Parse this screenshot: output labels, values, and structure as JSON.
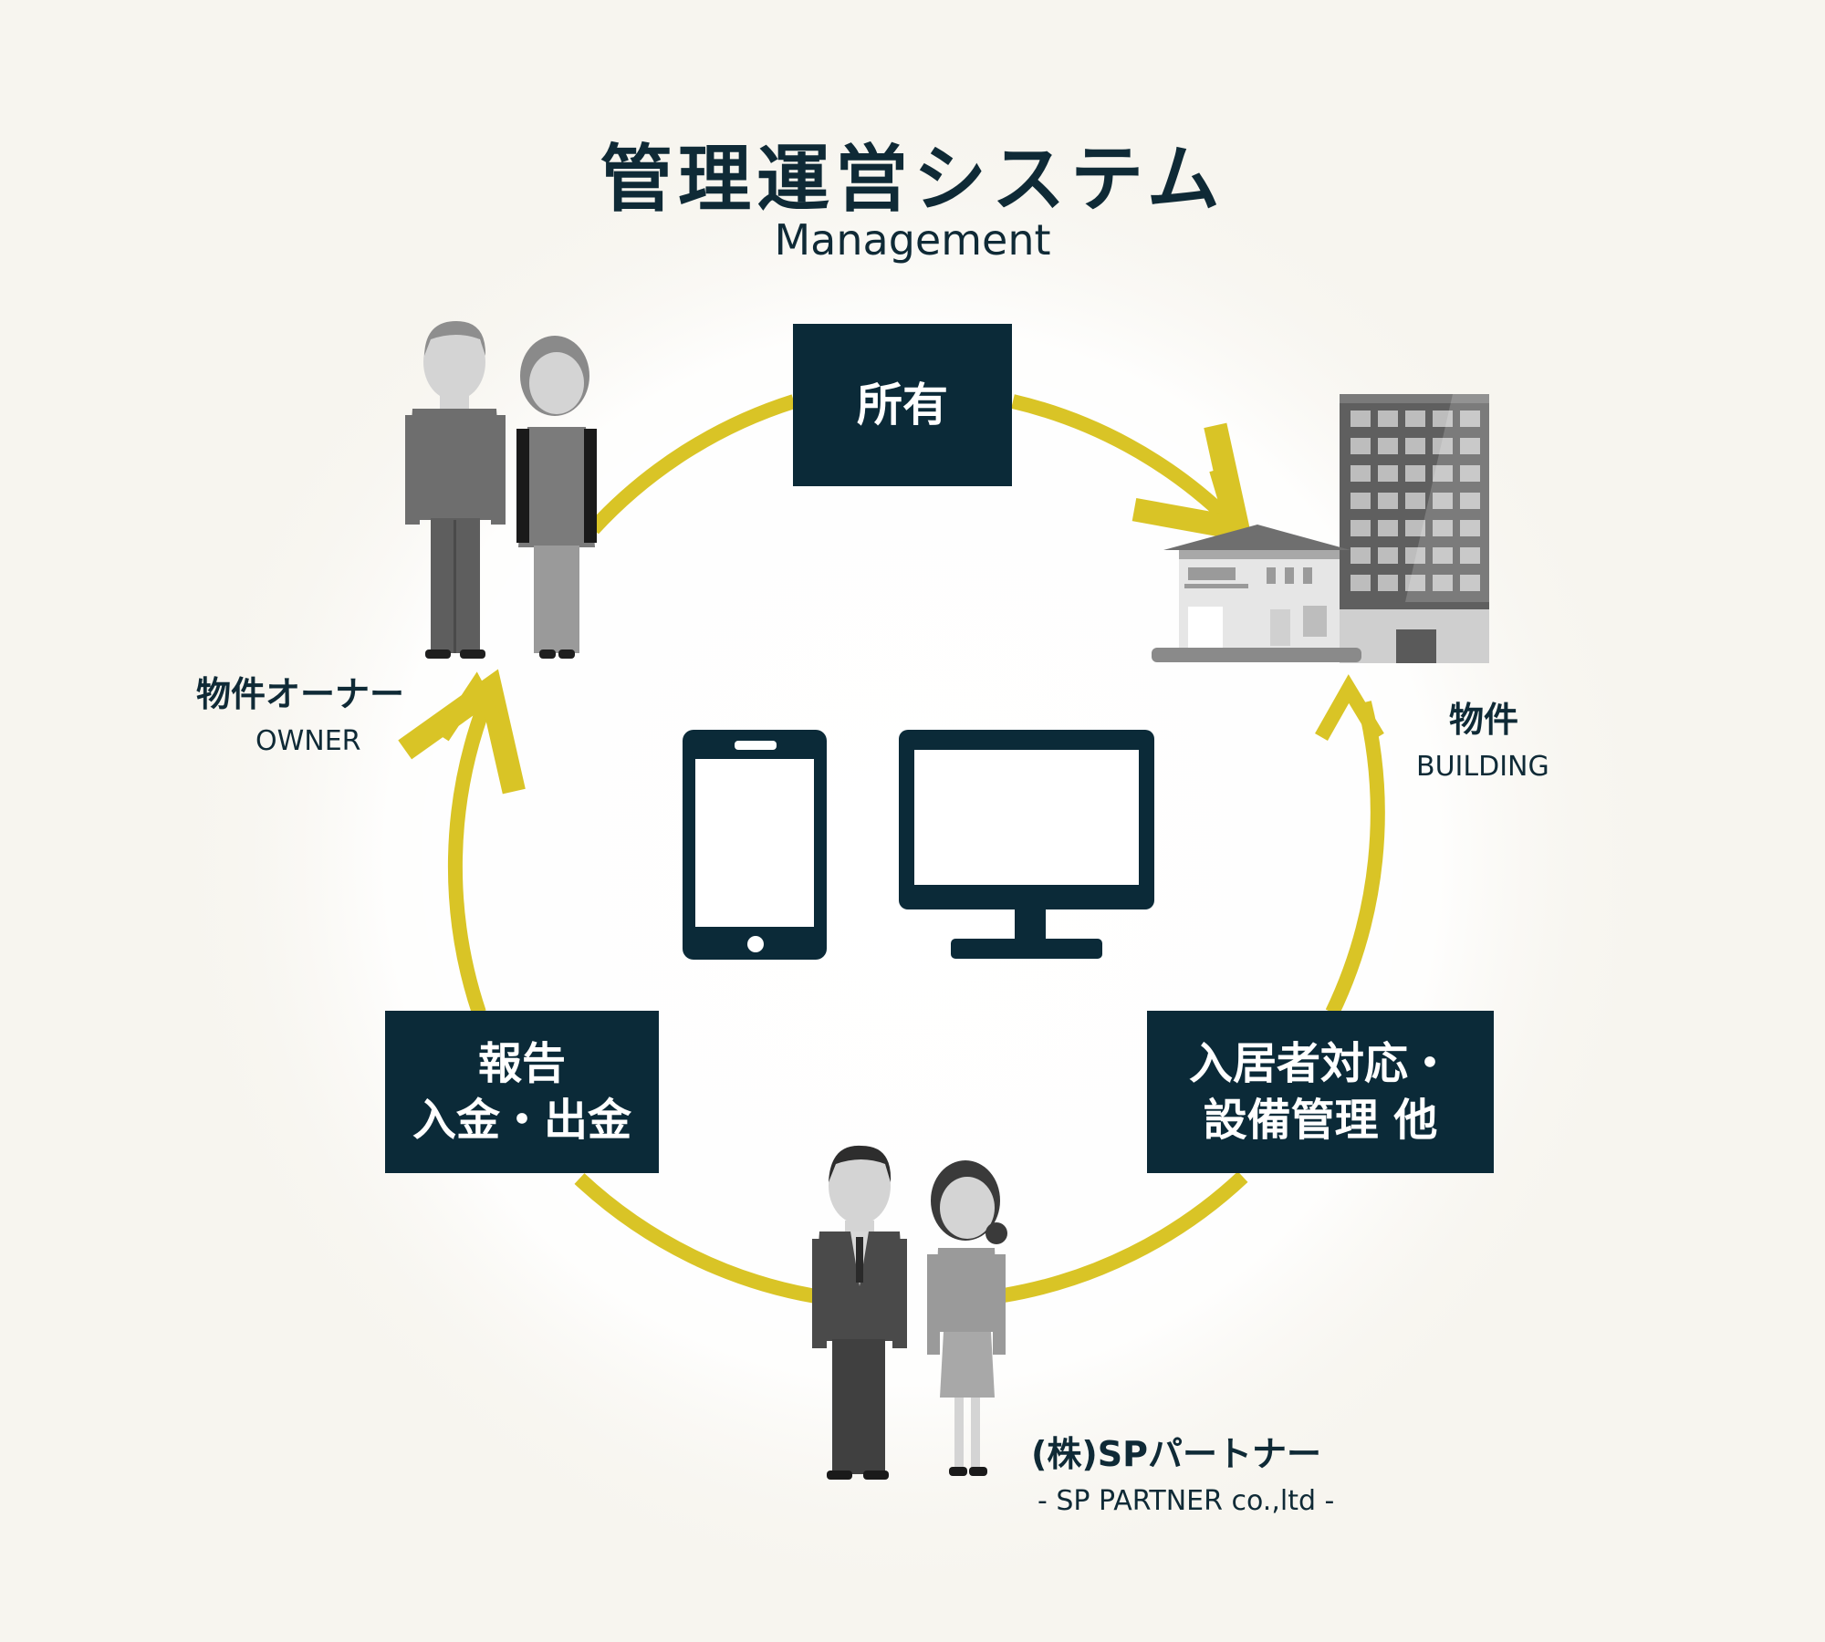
{
  "title": "管理運営システム",
  "subtitle": "Management",
  "boxes": {
    "ownership": "所有",
    "report_line1": "報告",
    "report_line2": "入金・出金",
    "tenant_line1": "入居者対応・",
    "tenant_line2": "設備管理 他"
  },
  "nodes": {
    "owner_jp": "物件オーナー",
    "owner_en": "OWNER",
    "building_jp": "物件",
    "building_en": "BUILDING",
    "partner_jp": "(株)SPパートナー",
    "partner_en": "- SP PARTNER co.,ltd -"
  },
  "colors": {
    "background": "#f7f5ef",
    "navy": "#0b2a38",
    "cycle_yellow": "#d9c426",
    "box_text": "#ffffff"
  },
  "icons": [
    "tablet-icon",
    "monitor-icon",
    "owner-couple-illustration",
    "building-illustration",
    "partner-couple-illustration"
  ]
}
